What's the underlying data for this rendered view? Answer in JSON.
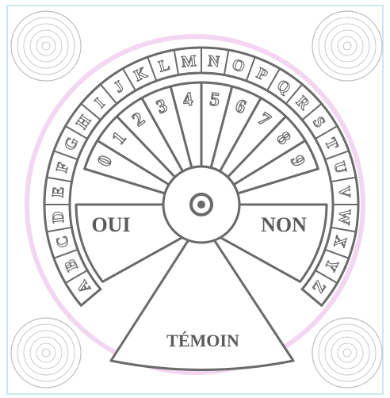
{
  "board": {
    "letters": [
      "A",
      "B",
      "C",
      "D",
      "E",
      "F",
      "G",
      "H",
      "I",
      "J",
      "K",
      "L",
      "M",
      "N",
      "O",
      "P",
      "Q",
      "R",
      "S",
      "T",
      "U",
      "V",
      "W",
      "X",
      "Y",
      "Z"
    ],
    "digits": [
      "0",
      "1",
      "2",
      "3",
      "4",
      "5",
      "6",
      "7",
      "8",
      "9"
    ],
    "yes_label": "OUI",
    "no_label": "NON",
    "witness_label": "TÉMOIN"
  },
  "colors": {
    "ink": "#6a6a6a",
    "text": "#5a5a5a",
    "glow": "#f3d6f1",
    "frame": "#cde6f2",
    "background": "#ffffff"
  },
  "icons": {
    "corner": "concentric-circles-icon",
    "hub": "pivot-hub-icon"
  }
}
